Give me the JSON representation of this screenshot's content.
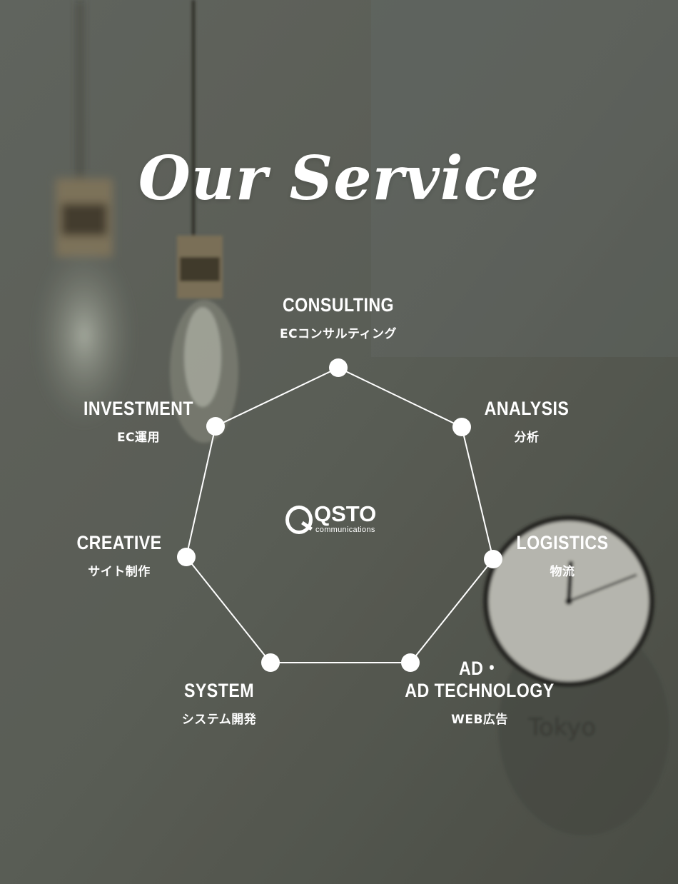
{
  "title": "Our Service",
  "logo": {
    "name": "QSTO",
    "tagline": "communications"
  },
  "services": [
    {
      "en": "CONSULTING",
      "ja": "ECコンサルティング"
    },
    {
      "en": "ANALYSIS",
      "ja": "分析"
    },
    {
      "en": "LOGISTICS",
      "ja": "物流"
    },
    {
      "en": "AD・\nAD TECHNOLOGY",
      "ja": "WEB広告"
    },
    {
      "en": "SYSTEM",
      "ja": "システム開発"
    },
    {
      "en": "CREATIVE",
      "ja": "サイト制作"
    },
    {
      "en": "INVESTMENT",
      "ja": "EC運用"
    }
  ],
  "background": {
    "clock_text": "Tokyo"
  },
  "colors": {
    "text": "#ffffff",
    "line": "#ffffff",
    "background": "#5f625a"
  }
}
